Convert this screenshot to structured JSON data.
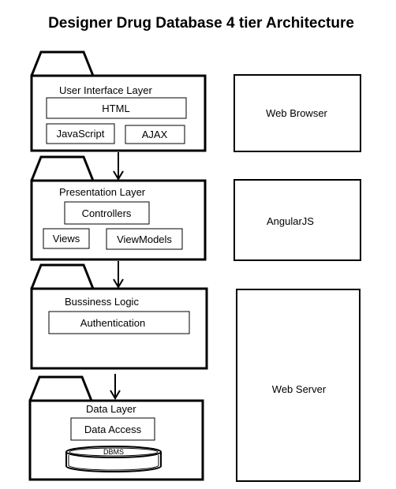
{
  "title": "Designer Drug Database  4 tier Architecture",
  "layers": {
    "ui": {
      "label": "User Interface Layer",
      "components": [
        "HTML",
        "JavaScript",
        "AJAX"
      ]
    },
    "presentation": {
      "label": "Presentation Layer",
      "components": [
        "Controllers",
        "Views",
        "ViewModels"
      ]
    },
    "business": {
      "label": "Bussiness Logic",
      "components": [
        "Authentication"
      ]
    },
    "data": {
      "label": "Data Layer",
      "components": [
        "Data Access"
      ],
      "database": "DBMS"
    }
  },
  "side_boxes": [
    "Web Browser",
    "AngularJS",
    "Web Server"
  ]
}
